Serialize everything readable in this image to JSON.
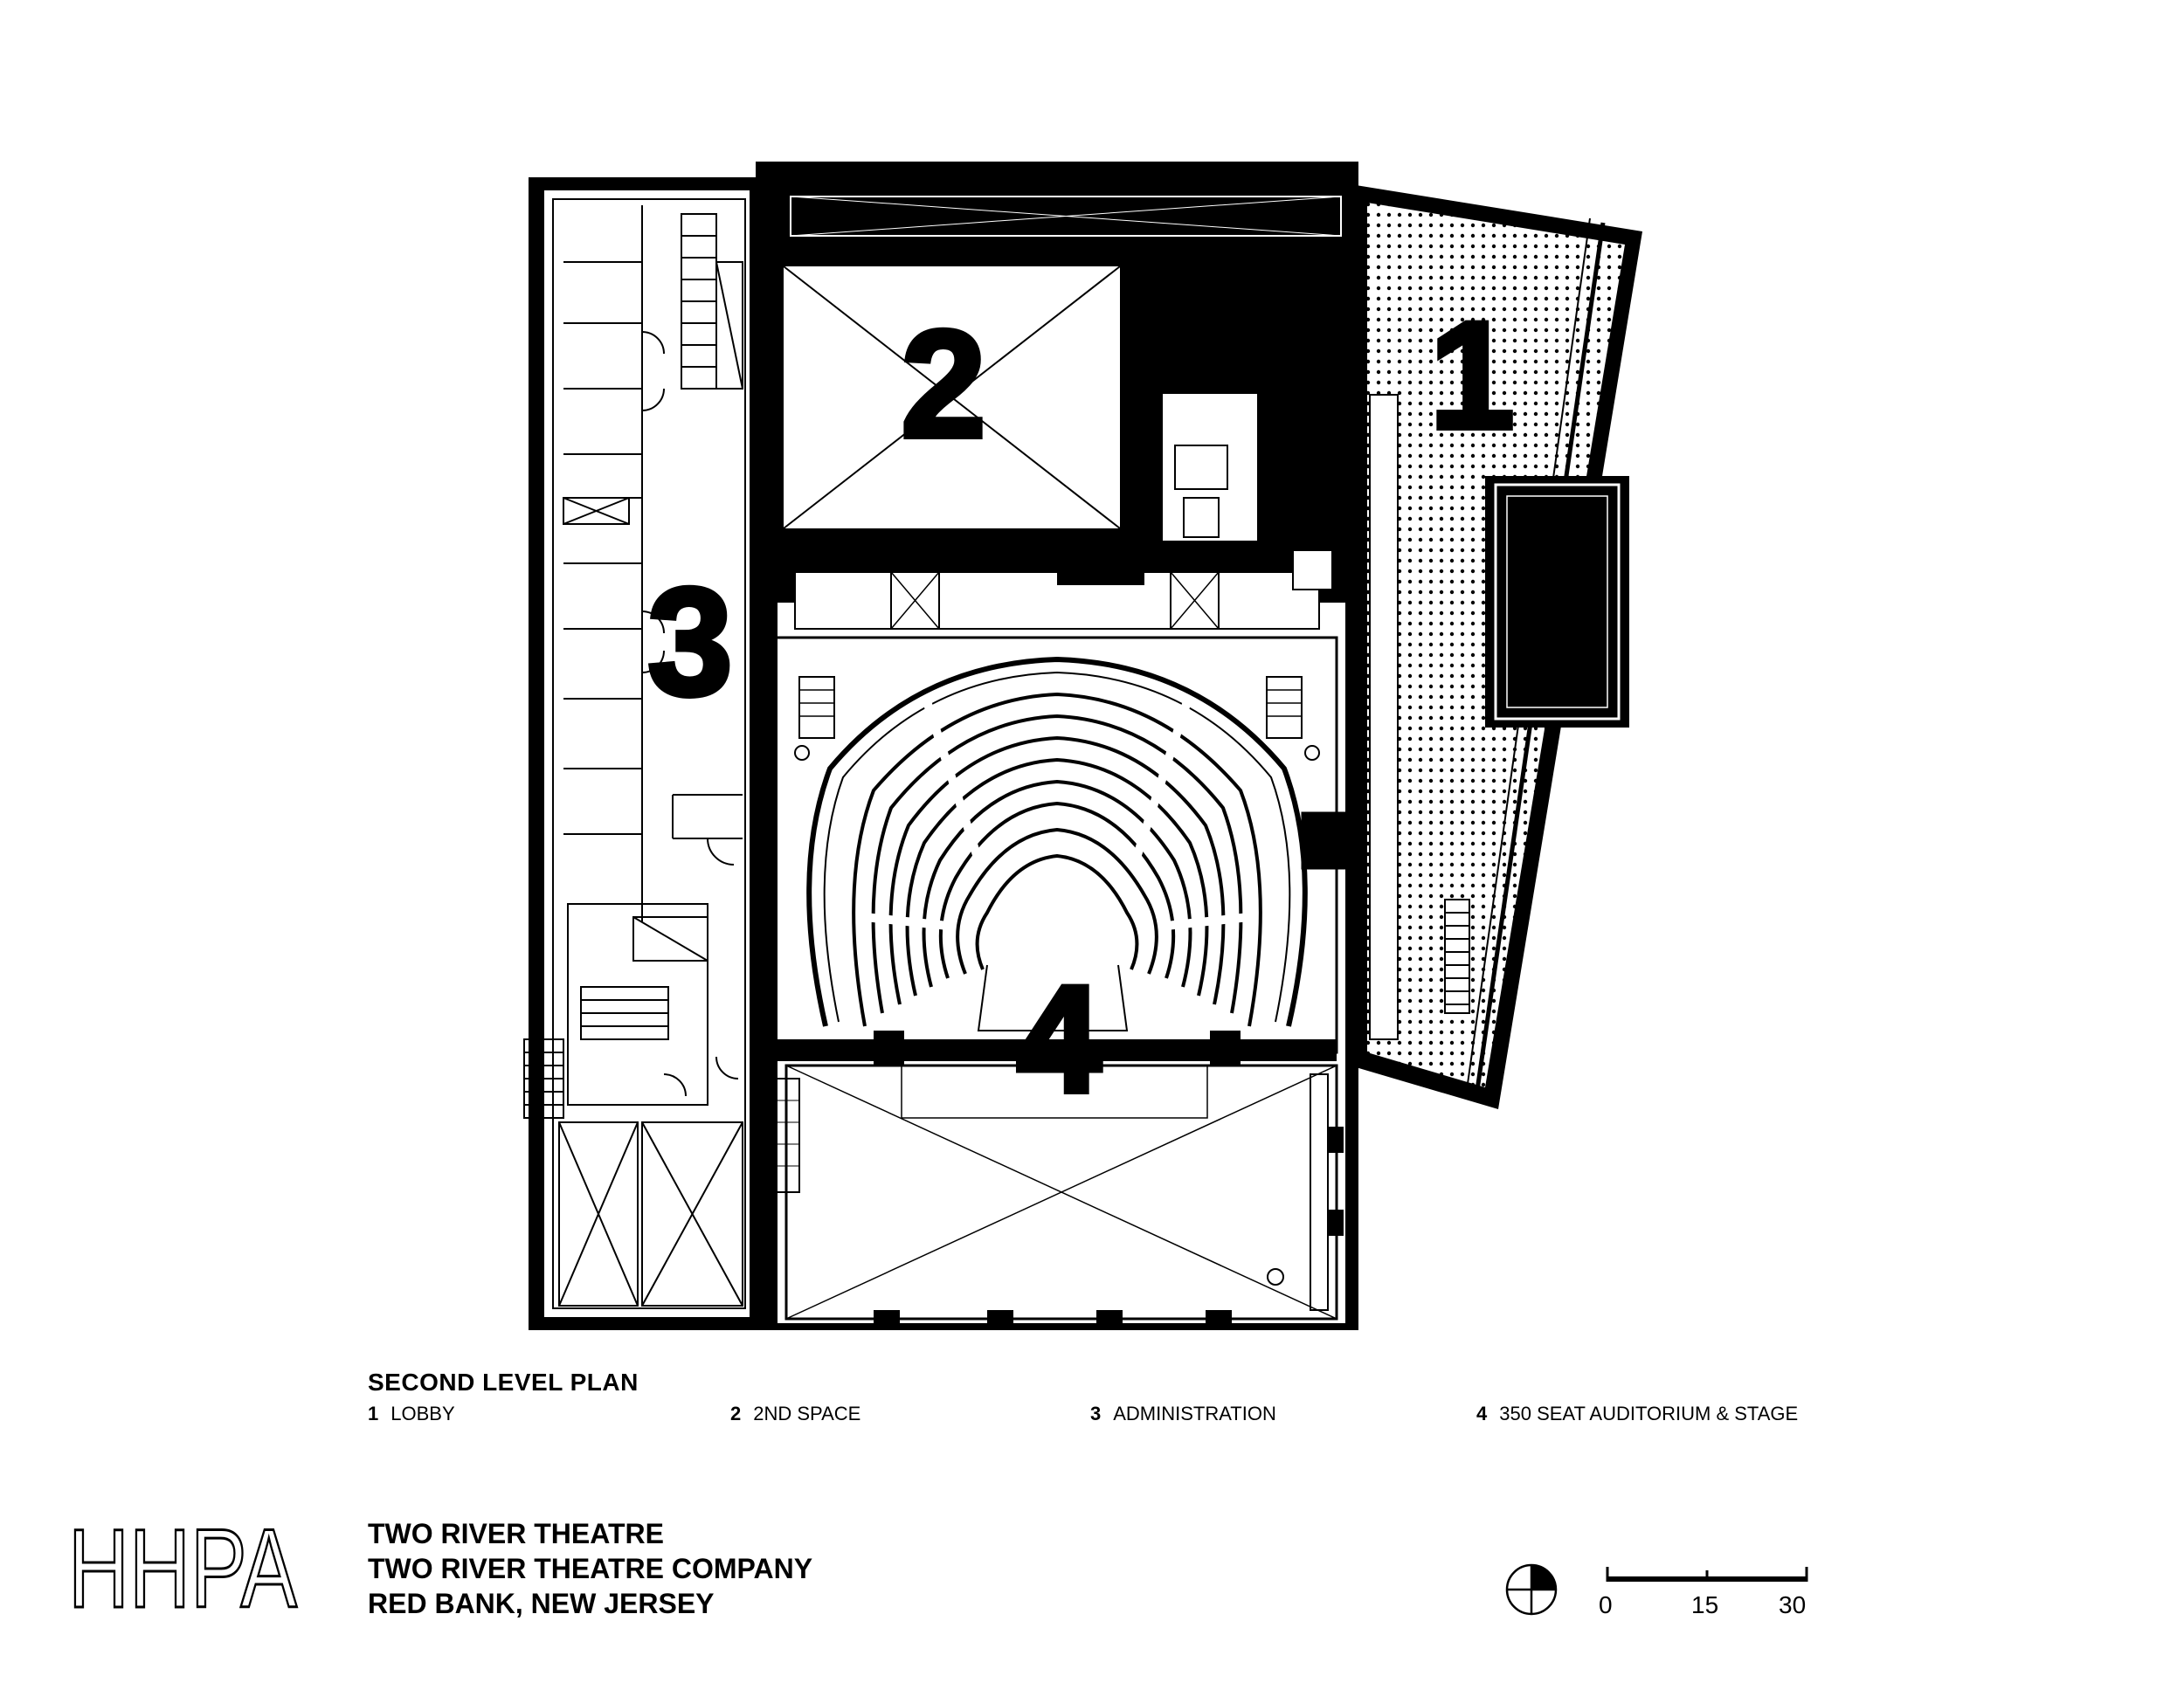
{
  "drawing": {
    "title": "SECOND LEVEL PLAN",
    "room_numbers": [
      "1",
      "2",
      "3",
      "4"
    ],
    "legend": [
      {
        "num": "1",
        "label": "LOBBY"
      },
      {
        "num": "2",
        "label": "2ND SPACE"
      },
      {
        "num": "3",
        "label": "ADMINISTRATION"
      },
      {
        "num": "4",
        "label": "350 SEAT AUDITORIUM & STAGE"
      }
    ]
  },
  "logo": {
    "text": "HHPA"
  },
  "project": {
    "line1": "TWO RIVER THEATRE",
    "line2": "TWO RIVER THEATRE COMPANY",
    "line3": "RED BANK, NEW JERSEY"
  },
  "scale": {
    "labels": [
      "0",
      "15",
      "30"
    ]
  },
  "colors": {
    "ink": "#000000",
    "paper": "#ffffff",
    "lobby_fill": "#d9d9d9"
  }
}
